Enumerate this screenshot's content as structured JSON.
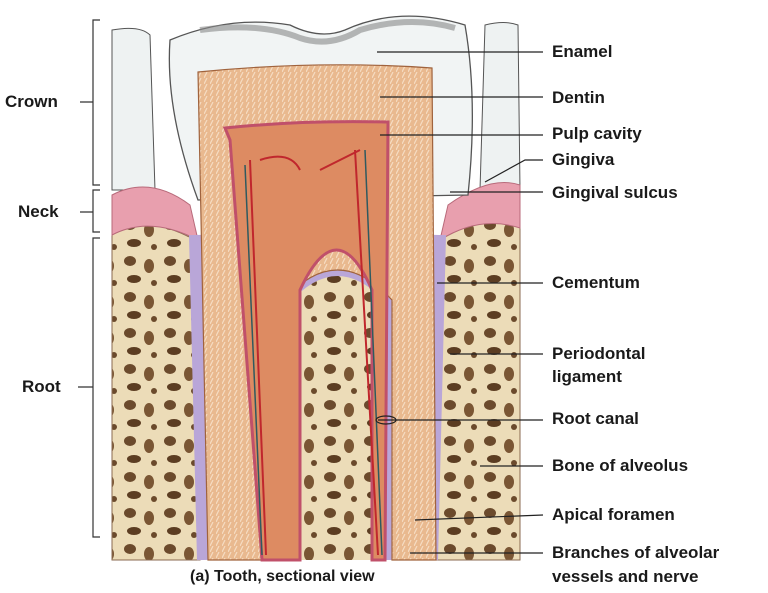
{
  "figure": {
    "caption": "(a) Tooth, sectional view",
    "regions": [
      "Crown",
      "Neck",
      "Root"
    ],
    "labels": {
      "enamel": "Enamel",
      "dentin": "Dentin",
      "pulp_cavity": "Pulp cavity",
      "gingiva": "Gingiva",
      "gingival_sulcus": "Gingival sulcus",
      "cementum": "Cementum",
      "periodontal_1": "Periodontal",
      "periodontal_2": "ligament",
      "root_canal": "Root canal",
      "bone": "Bone of alveolus",
      "apical_foramen": "Apical foramen",
      "branches_1": "Branches of alveolar",
      "branches_2": "vessels and nerve"
    }
  }
}
